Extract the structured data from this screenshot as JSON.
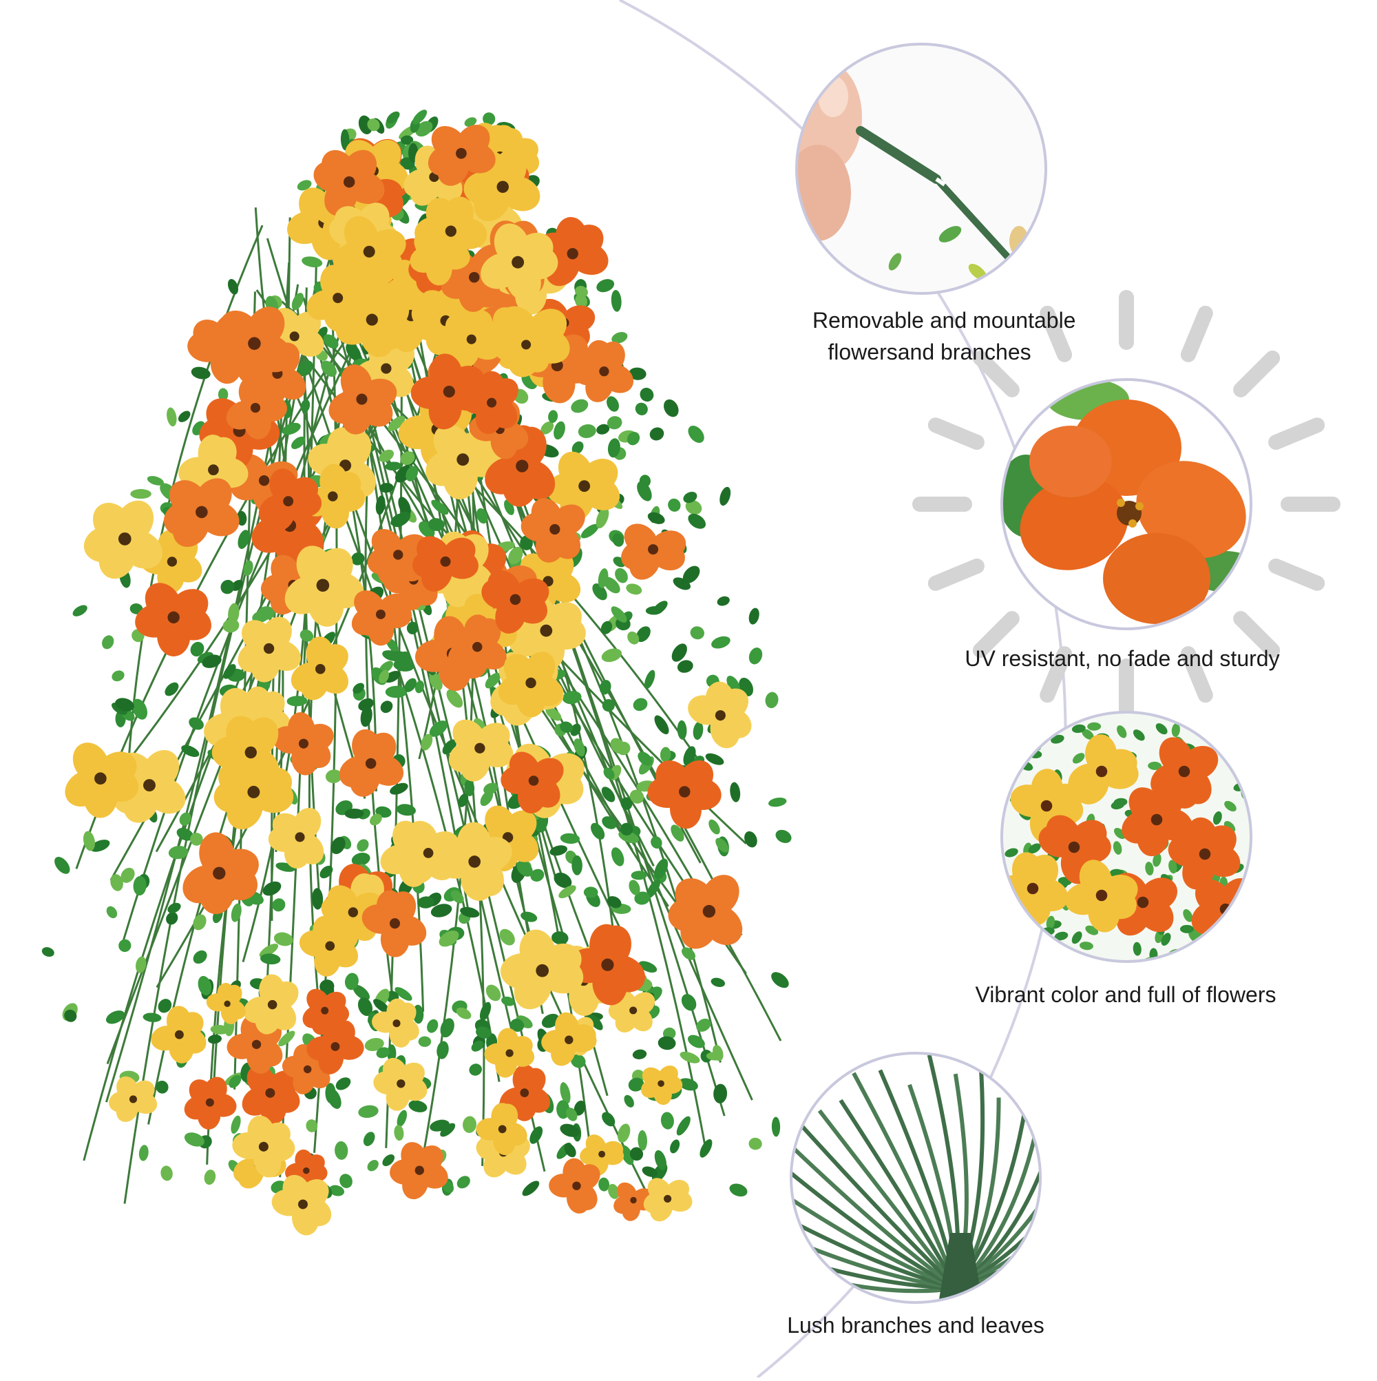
{
  "features": [
    {
      "id": "removable",
      "lines": [
        "Removable and mountable",
        "flowersand branches"
      ]
    },
    {
      "id": "uv",
      "lines": [
        "UV resistant, no fade and sturdy"
      ]
    },
    {
      "id": "vibrant",
      "lines": [
        "Vibrant color and full of flowers"
      ]
    },
    {
      "id": "lush",
      "lines": [
        "Lush branches and leaves"
      ]
    }
  ],
  "colors": {
    "background": "#ffffff",
    "arc": "#d2d2e4",
    "circle_border": "#c8c8de",
    "sun_rays": "#d4d4d4",
    "orange_flower": "#e8641e",
    "yellow_flower": "#f2c23c",
    "leaf": "#2e8a34",
    "stem": "#3f6e48",
    "text": "#1a1a1a"
  }
}
